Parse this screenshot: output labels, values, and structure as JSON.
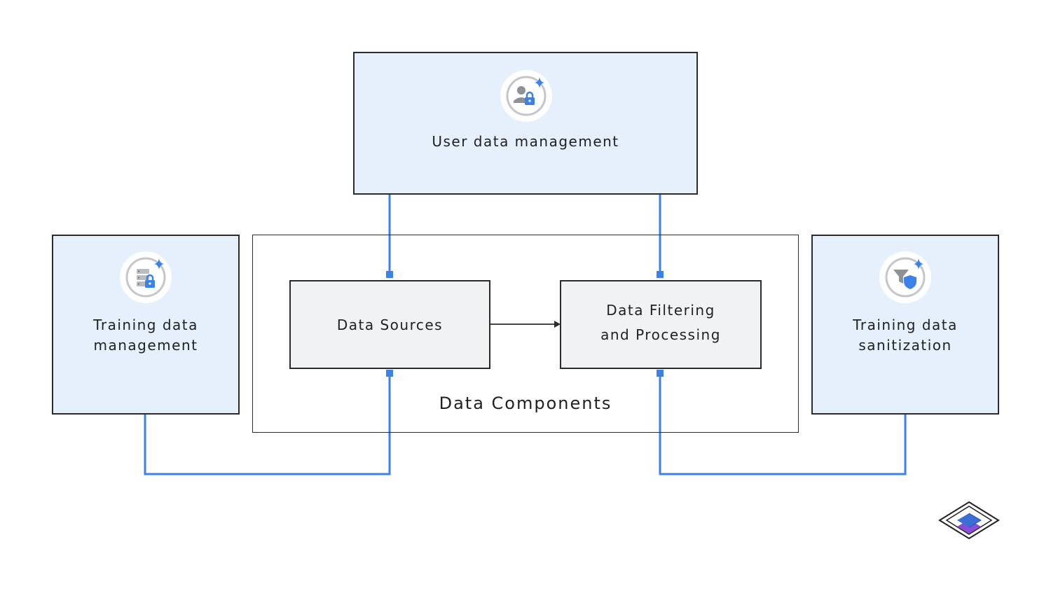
{
  "diagram": {
    "user_data_management": {
      "label": "User data management",
      "icon": "user-lock-sparkle-icon"
    },
    "training_data_management": {
      "label_line1": "Training data",
      "label_line2": "management",
      "icon": "database-lock-sparkle-icon"
    },
    "data_components": {
      "title": "Data Components",
      "data_sources": {
        "label": "Data Sources"
      },
      "data_filtering": {
        "label_line1": "Data Filtering",
        "label_line2": "and Processing"
      }
    },
    "training_data_sanitization": {
      "label_line1": "Training data",
      "label_line2": "sanitization",
      "icon": "filter-shield-sparkle-icon"
    },
    "logo": {
      "icon": "layered-diamond-logo-icon"
    }
  },
  "colors": {
    "control_fill": "#e6f0fc",
    "component_fill": "#f1f2f4",
    "connector_blue": "#3b82e8",
    "border": "#2b2b2b",
    "logo_purple": "#8a4bd6"
  }
}
